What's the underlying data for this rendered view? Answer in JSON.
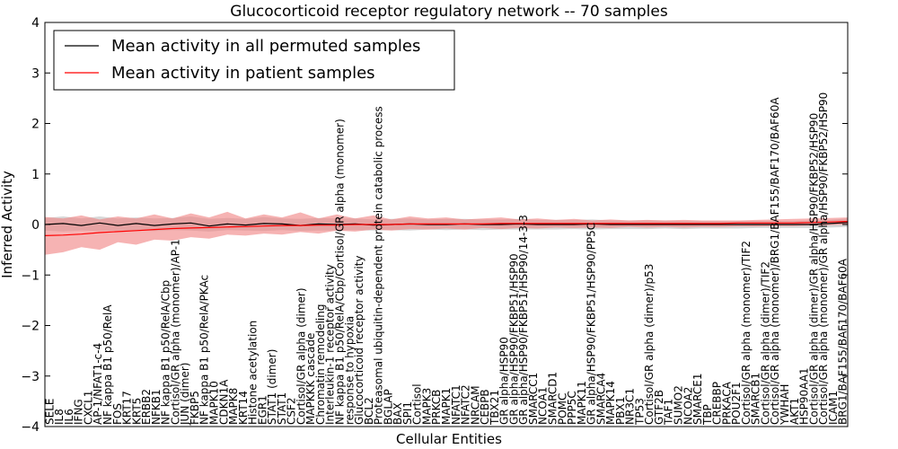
{
  "chart_data": {
    "type": "line",
    "title": "Glucocorticoid receptor regulatory network -- 70 samples",
    "xlabel": "Cellular Entities",
    "ylabel": "Inferred Activity",
    "ylim": [
      -4,
      4
    ],
    "yticks": [
      -4,
      -3,
      -2,
      -1,
      0,
      1,
      2,
      3,
      4
    ],
    "grid": false,
    "legend_position": "top-left",
    "colors": {
      "permuted": "#000000",
      "patient": "#ff0000",
      "patient_band": "#f08080",
      "permuted_band": "#b0b0b0"
    },
    "categories": [
      "SELE",
      "IL8",
      "IL6",
      "IFNG",
      "CXCL1",
      "AP-1/NFAT1-c-4",
      "NF kappa B1 p50/RelA",
      "FOS",
      "KRT17",
      "KRT5",
      "ERBB2",
      "NFKB1",
      "NF kappa B1 p50/RelA/Cbp",
      "Cortisol/GR alpha (monomer)/AP-1",
      "JUN (dimer)",
      "FKBP5",
      "NF kappa B1 p50/RelA/PKAc",
      "MAPK10",
      "CDKN1A",
      "MAPK8",
      "KRT14",
      "Histone acetylation",
      "EGR1",
      "STAT1 (dimer)",
      "STAT1",
      "CSF2",
      "Cortisol/GR alpha (dimer)",
      "MAPKKK cascade",
      "Chromatin remodeling",
      "Interleukin-1 receptor activity",
      "NF kappa B1 p50/RelA/Cbp/Cortisol/GR alpha (monomer)",
      "response to hypoxia",
      "Glucocorticoid receptor activity",
      "BCL2",
      "Proteasomal ubiquitin-dependent protein catabolic process",
      "BGLAP",
      "BAX",
      "SPI1",
      "Cortisol",
      "MAPK3",
      "PRKCB",
      "MAPK1",
      "NFATC1",
      "NFATC2",
      "NRCAM",
      "CEBPB",
      "TBX21",
      "GR alpha/HSP90",
      "GR alpha/HSP90/FKBP51/HSP90",
      "GR alpha/HSP90/FKBP51/HSP90/14-3-3",
      "SMARCC1",
      "NCOA1",
      "SMARCD1",
      "POMC",
      "PPP5C",
      "MAPK11",
      "GR alpha/HSP90/FKBP51/HSP90/PP5C",
      "SMARCA4",
      "MAPK14",
      "PBX1",
      "NR3C1",
      "TP53",
      "Cortisol/GR alpha (dimer)/p53",
      "GTF2B",
      "TAF1",
      "SUMO2",
      "NCOA2",
      "SMARCE1",
      "TBP",
      "CREBBP",
      "PRKACA",
      "POU2F1",
      "Cortisol/GR alpha (monomer)/TIF2",
      "SMARCB1",
      "Cortisol/GR alpha (dimer)/TIF2",
      "Cortisol/GR alpha (monomer)/BRG1/BAF155/BAF170/BAF60A",
      "YWHAH",
      "AKT1",
      "HSP90AA1",
      "Cortisol/GR alpha (dimer)/GR alpha/HSP90/FKBP52/HSP90",
      "Cortisol/GR alpha (monomer)/GR alpha/HSP90/FKBP52/HSP90",
      "ICAM1",
      "BRG1/BAF155/BAF170/BAF60A"
    ],
    "x_range": [
      0,
      88
    ],
    "series": [
      {
        "name": "Mean activity in all permuted samples",
        "x": [
          0,
          2,
          4,
          6,
          8,
          10,
          12,
          14,
          16,
          18,
          20,
          22,
          24,
          26,
          28,
          30,
          32,
          34,
          36,
          38,
          40,
          42,
          44,
          46,
          48,
          50,
          52,
          54,
          56,
          58,
          60,
          62,
          64,
          66,
          68,
          70,
          72,
          74,
          76,
          78,
          80,
          82,
          84,
          86,
          88
        ],
        "values": [
          0.0,
          0.02,
          -0.02,
          0.03,
          -0.02,
          0.02,
          -0.02,
          0.01,
          0.03,
          -0.03,
          0.01,
          -0.01,
          0.02,
          0.01,
          -0.02,
          0.01,
          0.0,
          0.01,
          -0.01,
          0.0,
          0.01,
          0.0,
          0.0,
          0.01,
          0.0,
          0.0,
          0.01,
          0.0,
          0.0,
          0.0,
          0.01,
          0.0,
          0.0,
          0.0,
          0.0,
          0.0,
          0.0,
          0.0,
          0.0,
          0.0,
          0.0,
          0.0,
          0.0,
          0.02,
          0.04
        ],
        "band_lower": [
          -0.12,
          -0.14,
          -0.12,
          -0.13,
          -0.12,
          -0.12,
          -0.13,
          -0.11,
          -0.12,
          -0.14,
          -0.11,
          -0.12,
          -0.13,
          -0.11,
          -0.13,
          -0.12,
          -0.12,
          -0.11,
          -0.12,
          -0.11,
          -0.12,
          -0.1,
          -0.11,
          -0.1,
          -0.11,
          -0.1,
          -0.1,
          -0.1,
          -0.1,
          -0.09,
          -0.1,
          -0.09,
          -0.09,
          -0.09,
          -0.08,
          -0.09,
          -0.08,
          -0.08,
          -0.08,
          -0.07,
          -0.07,
          -0.07,
          -0.07,
          -0.06,
          -0.05
        ],
        "band_upper": [
          0.13,
          0.16,
          0.12,
          0.16,
          0.12,
          0.14,
          0.12,
          0.13,
          0.16,
          0.11,
          0.13,
          0.11,
          0.15,
          0.12,
          0.11,
          0.13,
          0.12,
          0.12,
          0.1,
          0.11,
          0.12,
          0.1,
          0.11,
          0.11,
          0.1,
          0.1,
          0.11,
          0.09,
          0.09,
          0.09,
          0.1,
          0.08,
          0.08,
          0.08,
          0.08,
          0.07,
          0.07,
          0.07,
          0.07,
          0.07,
          0.07,
          0.07,
          0.08,
          0.09,
          0.12
        ]
      },
      {
        "name": "Mean activity in patient samples",
        "x": [
          0,
          2,
          4,
          6,
          8,
          10,
          12,
          14,
          16,
          18,
          20,
          22,
          24,
          26,
          28,
          30,
          32,
          34,
          36,
          38,
          40,
          42,
          44,
          46,
          48,
          50,
          52,
          54,
          56,
          58,
          60,
          62,
          64,
          66,
          68,
          70,
          72,
          74,
          76,
          78,
          80,
          82,
          84,
          86,
          88
        ],
        "values": [
          -0.22,
          -0.21,
          -0.19,
          -0.16,
          -0.14,
          -0.12,
          -0.1,
          -0.08,
          -0.07,
          -0.06,
          -0.05,
          -0.04,
          -0.03,
          -0.02,
          -0.02,
          -0.01,
          -0.01,
          0.0,
          0.0,
          0.0,
          0.01,
          0.01,
          0.01,
          0.01,
          0.01,
          0.02,
          0.02,
          0.02,
          0.02,
          0.02,
          0.02,
          0.02,
          0.02,
          0.02,
          0.02,
          0.02,
          0.02,
          0.02,
          0.03,
          0.03,
          0.03,
          0.03,
          0.04,
          0.05,
          0.06
        ],
        "band_lower": [
          -0.6,
          -0.55,
          -0.45,
          -0.5,
          -0.35,
          -0.4,
          -0.3,
          -0.32,
          -0.25,
          -0.28,
          -0.2,
          -0.22,
          -0.18,
          -0.2,
          -0.15,
          -0.18,
          -0.12,
          -0.14,
          -0.1,
          -0.12,
          -0.09,
          -0.1,
          -0.08,
          -0.1,
          -0.07,
          -0.09,
          -0.07,
          -0.08,
          -0.06,
          -0.07,
          -0.06,
          -0.07,
          -0.05,
          -0.06,
          -0.05,
          -0.06,
          -0.05,
          -0.05,
          -0.04,
          -0.04,
          -0.03,
          -0.03,
          -0.02,
          -0.01,
          0.0
        ],
        "band_upper": [
          0.15,
          0.12,
          0.18,
          0.1,
          0.16,
          0.12,
          0.2,
          0.12,
          0.22,
          0.14,
          0.25,
          0.12,
          0.2,
          0.14,
          0.24,
          0.12,
          0.2,
          0.12,
          0.18,
          0.1,
          0.16,
          0.12,
          0.14,
          0.1,
          0.12,
          0.14,
          0.1,
          0.12,
          0.09,
          0.11,
          0.08,
          0.1,
          0.08,
          0.09,
          0.08,
          0.09,
          0.08,
          0.08,
          0.08,
          0.09,
          0.1,
          0.11,
          0.12,
          0.13,
          0.14
        ]
      }
    ]
  }
}
